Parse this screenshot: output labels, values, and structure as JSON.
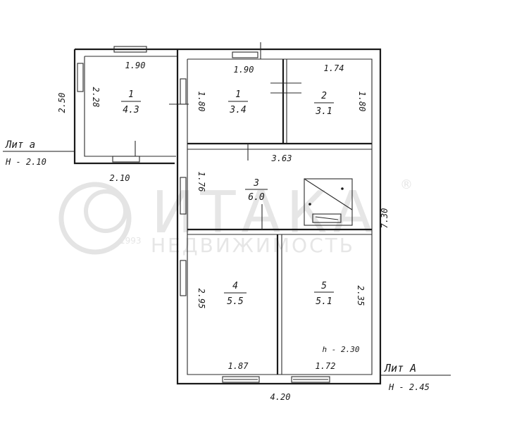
{
  "watermark": {
    "brand": "ИТАКА",
    "sub": "НЕДВИЖИМОСТЬ",
    "year": "1993",
    "reg": "®"
  },
  "annex": {
    "name": "Лит а",
    "height": "Н - 2.10",
    "dims": {
      "top": "1.90",
      "inner_side": "2.28",
      "outer_side": "2.50",
      "bottom": "2.10"
    }
  },
  "main": {
    "name": "Лит А",
    "height": "Н - 2.45",
    "dims": {
      "bottom": "4.20",
      "side": "7.30",
      "r3_top": "3.63",
      "r3_side": "1.76"
    }
  },
  "rooms": [
    {
      "id": "a1",
      "num": "1",
      "area": "4.3"
    },
    {
      "id": "r1",
      "num": "1",
      "area": "3.4",
      "w": "1.90",
      "h": "1.80"
    },
    {
      "id": "r2",
      "num": "2",
      "area": "3.1",
      "w": "1.74",
      "h": "1.80"
    },
    {
      "id": "r3",
      "num": "3",
      "area": "6.0"
    },
    {
      "id": "r4",
      "num": "4",
      "area": "5.5",
      "w": "1.87",
      "h": "2.95"
    },
    {
      "id": "r5",
      "num": "5",
      "area": "5.1",
      "w": "1.72",
      "h": "2.35"
    }
  ],
  "notes": {
    "r5_height": "h - 2.30"
  }
}
